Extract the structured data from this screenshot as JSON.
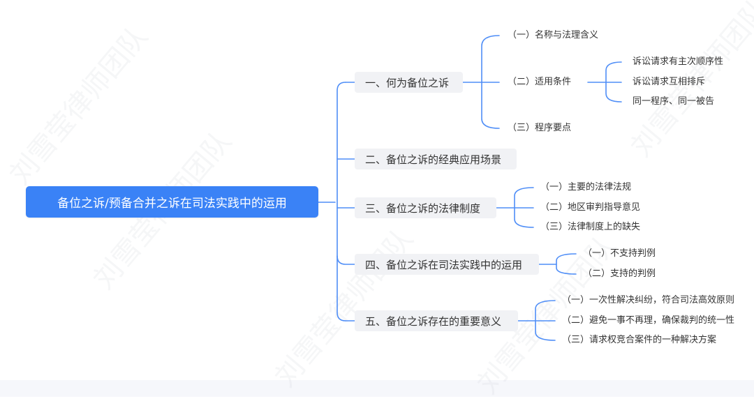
{
  "mindmap": {
    "root": "备位之诉/预备合并之诉在司法实践中的运用",
    "branches": [
      {
        "label": "一、何为备位之诉",
        "children": [
          {
            "label": "（一）名称与法理含义"
          },
          {
            "label": "（二）适用条件",
            "children": [
              "诉讼请求有主次顺序性",
              "诉讼请求互相排斥",
              "同一程序、同一被告"
            ]
          },
          {
            "label": "（三）程序要点"
          }
        ]
      },
      {
        "label": "二、备位之诉的经典应用场景",
        "children": []
      },
      {
        "label": "三、备位之诉的法律制度",
        "children": [
          {
            "label": "（一）主要的法律法规"
          },
          {
            "label": "（二）地区审判指导意见"
          },
          {
            "label": "（三）法律制度上的缺失"
          }
        ]
      },
      {
        "label": "四、备位之诉在司法实践中的运用",
        "children": [
          {
            "label": "（一）不支持判例"
          },
          {
            "label": "（二）支持的判例"
          }
        ]
      },
      {
        "label": "五、备位之诉存在的重要意义",
        "children": [
          {
            "label": "（一）一次性解决纠纷，符合司法高效原则"
          },
          {
            "label": "（二）避免一事不再理，确保裁判的统一性"
          },
          {
            "label": "（三）请求权竞合案件的一种解决方案"
          }
        ]
      }
    ]
  },
  "watermark": "刘雪莹律师团队",
  "colors": {
    "root": "#3a82f6",
    "connector": "#4f8ef7",
    "node_bg": "#f1f2f5",
    "text": "#333333"
  }
}
